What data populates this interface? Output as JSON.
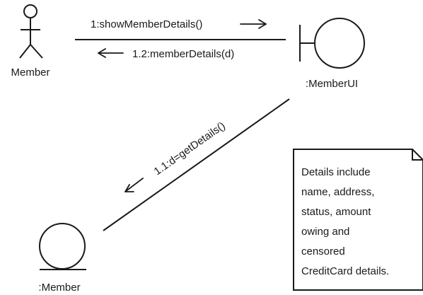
{
  "actor": {
    "name": "Member"
  },
  "boundary": {
    "name": ":MemberUI"
  },
  "entity": {
    "name": ":Member"
  },
  "messages": {
    "m1": "1:showMemberDetails()",
    "m12": "1.2:memberDetails(d)",
    "m11": "1.1:d=getDetails()"
  },
  "note": {
    "lines": [
      "Details include",
      "name, address,",
      "status, amount",
      "owing and",
      "censored",
      "CreditCard details."
    ]
  }
}
